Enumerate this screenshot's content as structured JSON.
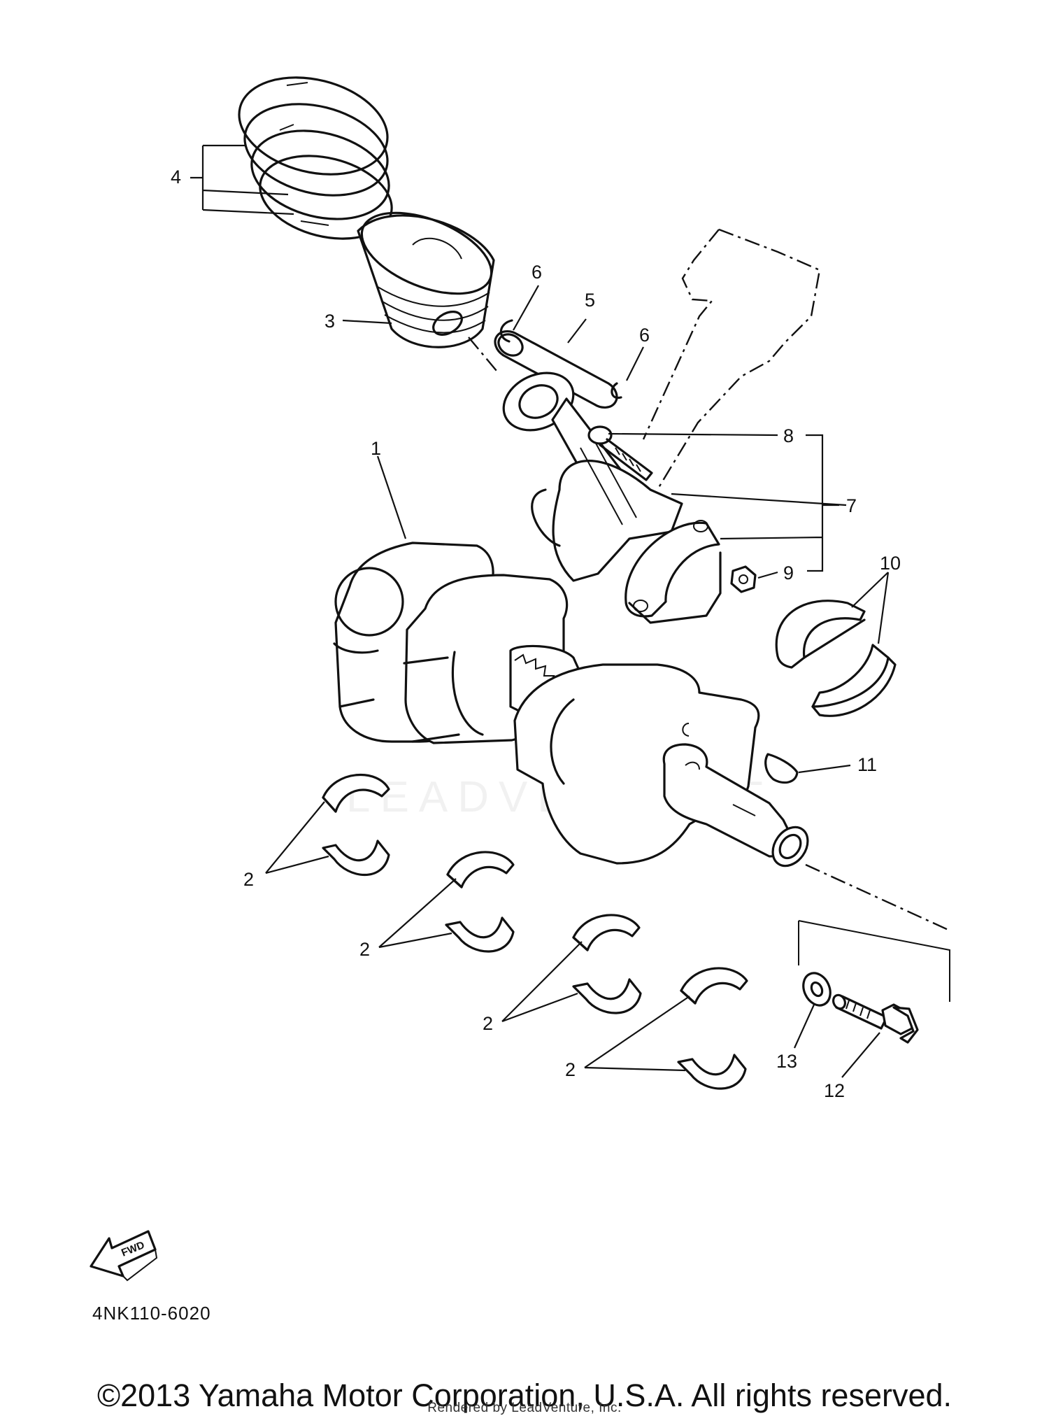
{
  "diagram": {
    "callouts": [
      {
        "id": "1",
        "label": "1"
      },
      {
        "id": "2a",
        "label": "2"
      },
      {
        "id": "2b",
        "label": "2"
      },
      {
        "id": "2c",
        "label": "2"
      },
      {
        "id": "2d",
        "label": "2"
      },
      {
        "id": "3",
        "label": "3"
      },
      {
        "id": "4",
        "label": "4"
      },
      {
        "id": "5",
        "label": "5"
      },
      {
        "id": "6a",
        "label": "6"
      },
      {
        "id": "6b",
        "label": "6"
      },
      {
        "id": "7",
        "label": "7"
      },
      {
        "id": "8",
        "label": "8"
      },
      {
        "id": "9",
        "label": "9"
      },
      {
        "id": "10",
        "label": "10"
      },
      {
        "id": "11",
        "label": "11"
      },
      {
        "id": "12",
        "label": "12"
      },
      {
        "id": "13",
        "label": "13"
      }
    ],
    "watermark": "LEADVENTURE",
    "fwd_label": "FWD",
    "diagram_code": "4NK110-6020"
  },
  "footer": {
    "copyright": "©2013 Yamaha Motor Corporation, U.S.A. All rights reserved.",
    "rendered_by": "Rendered by LeadVenture, Inc."
  }
}
